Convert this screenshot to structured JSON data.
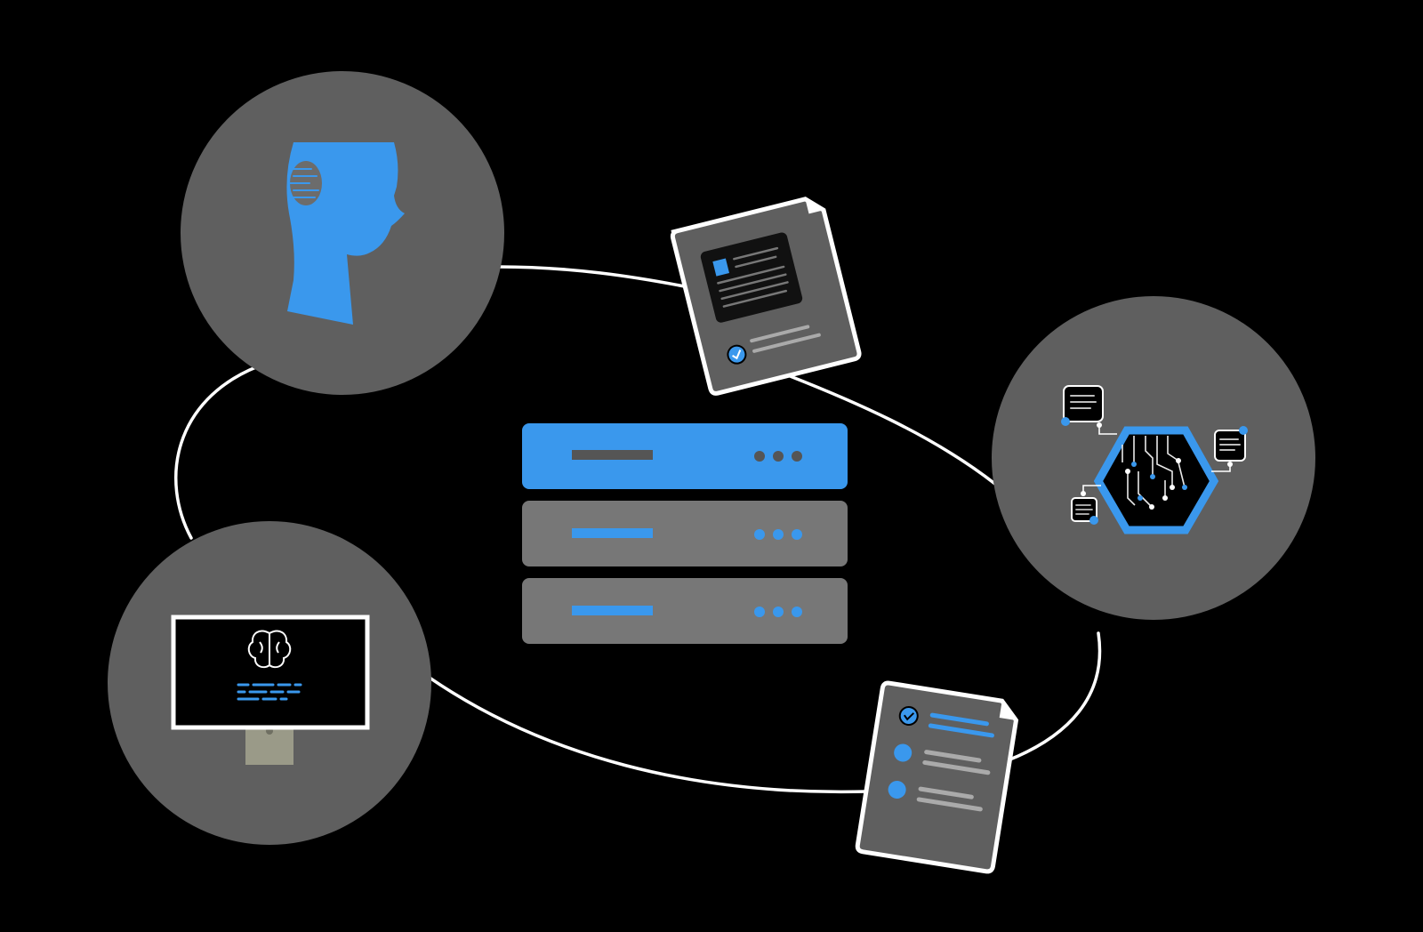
{
  "colors": {
    "background": "#000000",
    "node": "#5f5f5f",
    "accent": "#3a98ed",
    "server_grey": "#777777",
    "line": "#ffffff",
    "stand": "#9a9a88"
  },
  "nodes": [
    {
      "id": "human-head",
      "icon": "human-head-icon"
    },
    {
      "id": "ai-chip",
      "icon": "circuit-chip-icon"
    },
    {
      "id": "computer",
      "icon": "monitor-brain-icon"
    }
  ],
  "documents": [
    {
      "id": "report-document",
      "icon": "document-check-icon"
    },
    {
      "id": "checklist-document",
      "icon": "checklist-icon"
    }
  ],
  "server": {
    "units": 3,
    "active_unit": 1,
    "icon": "server-stack-icon"
  }
}
